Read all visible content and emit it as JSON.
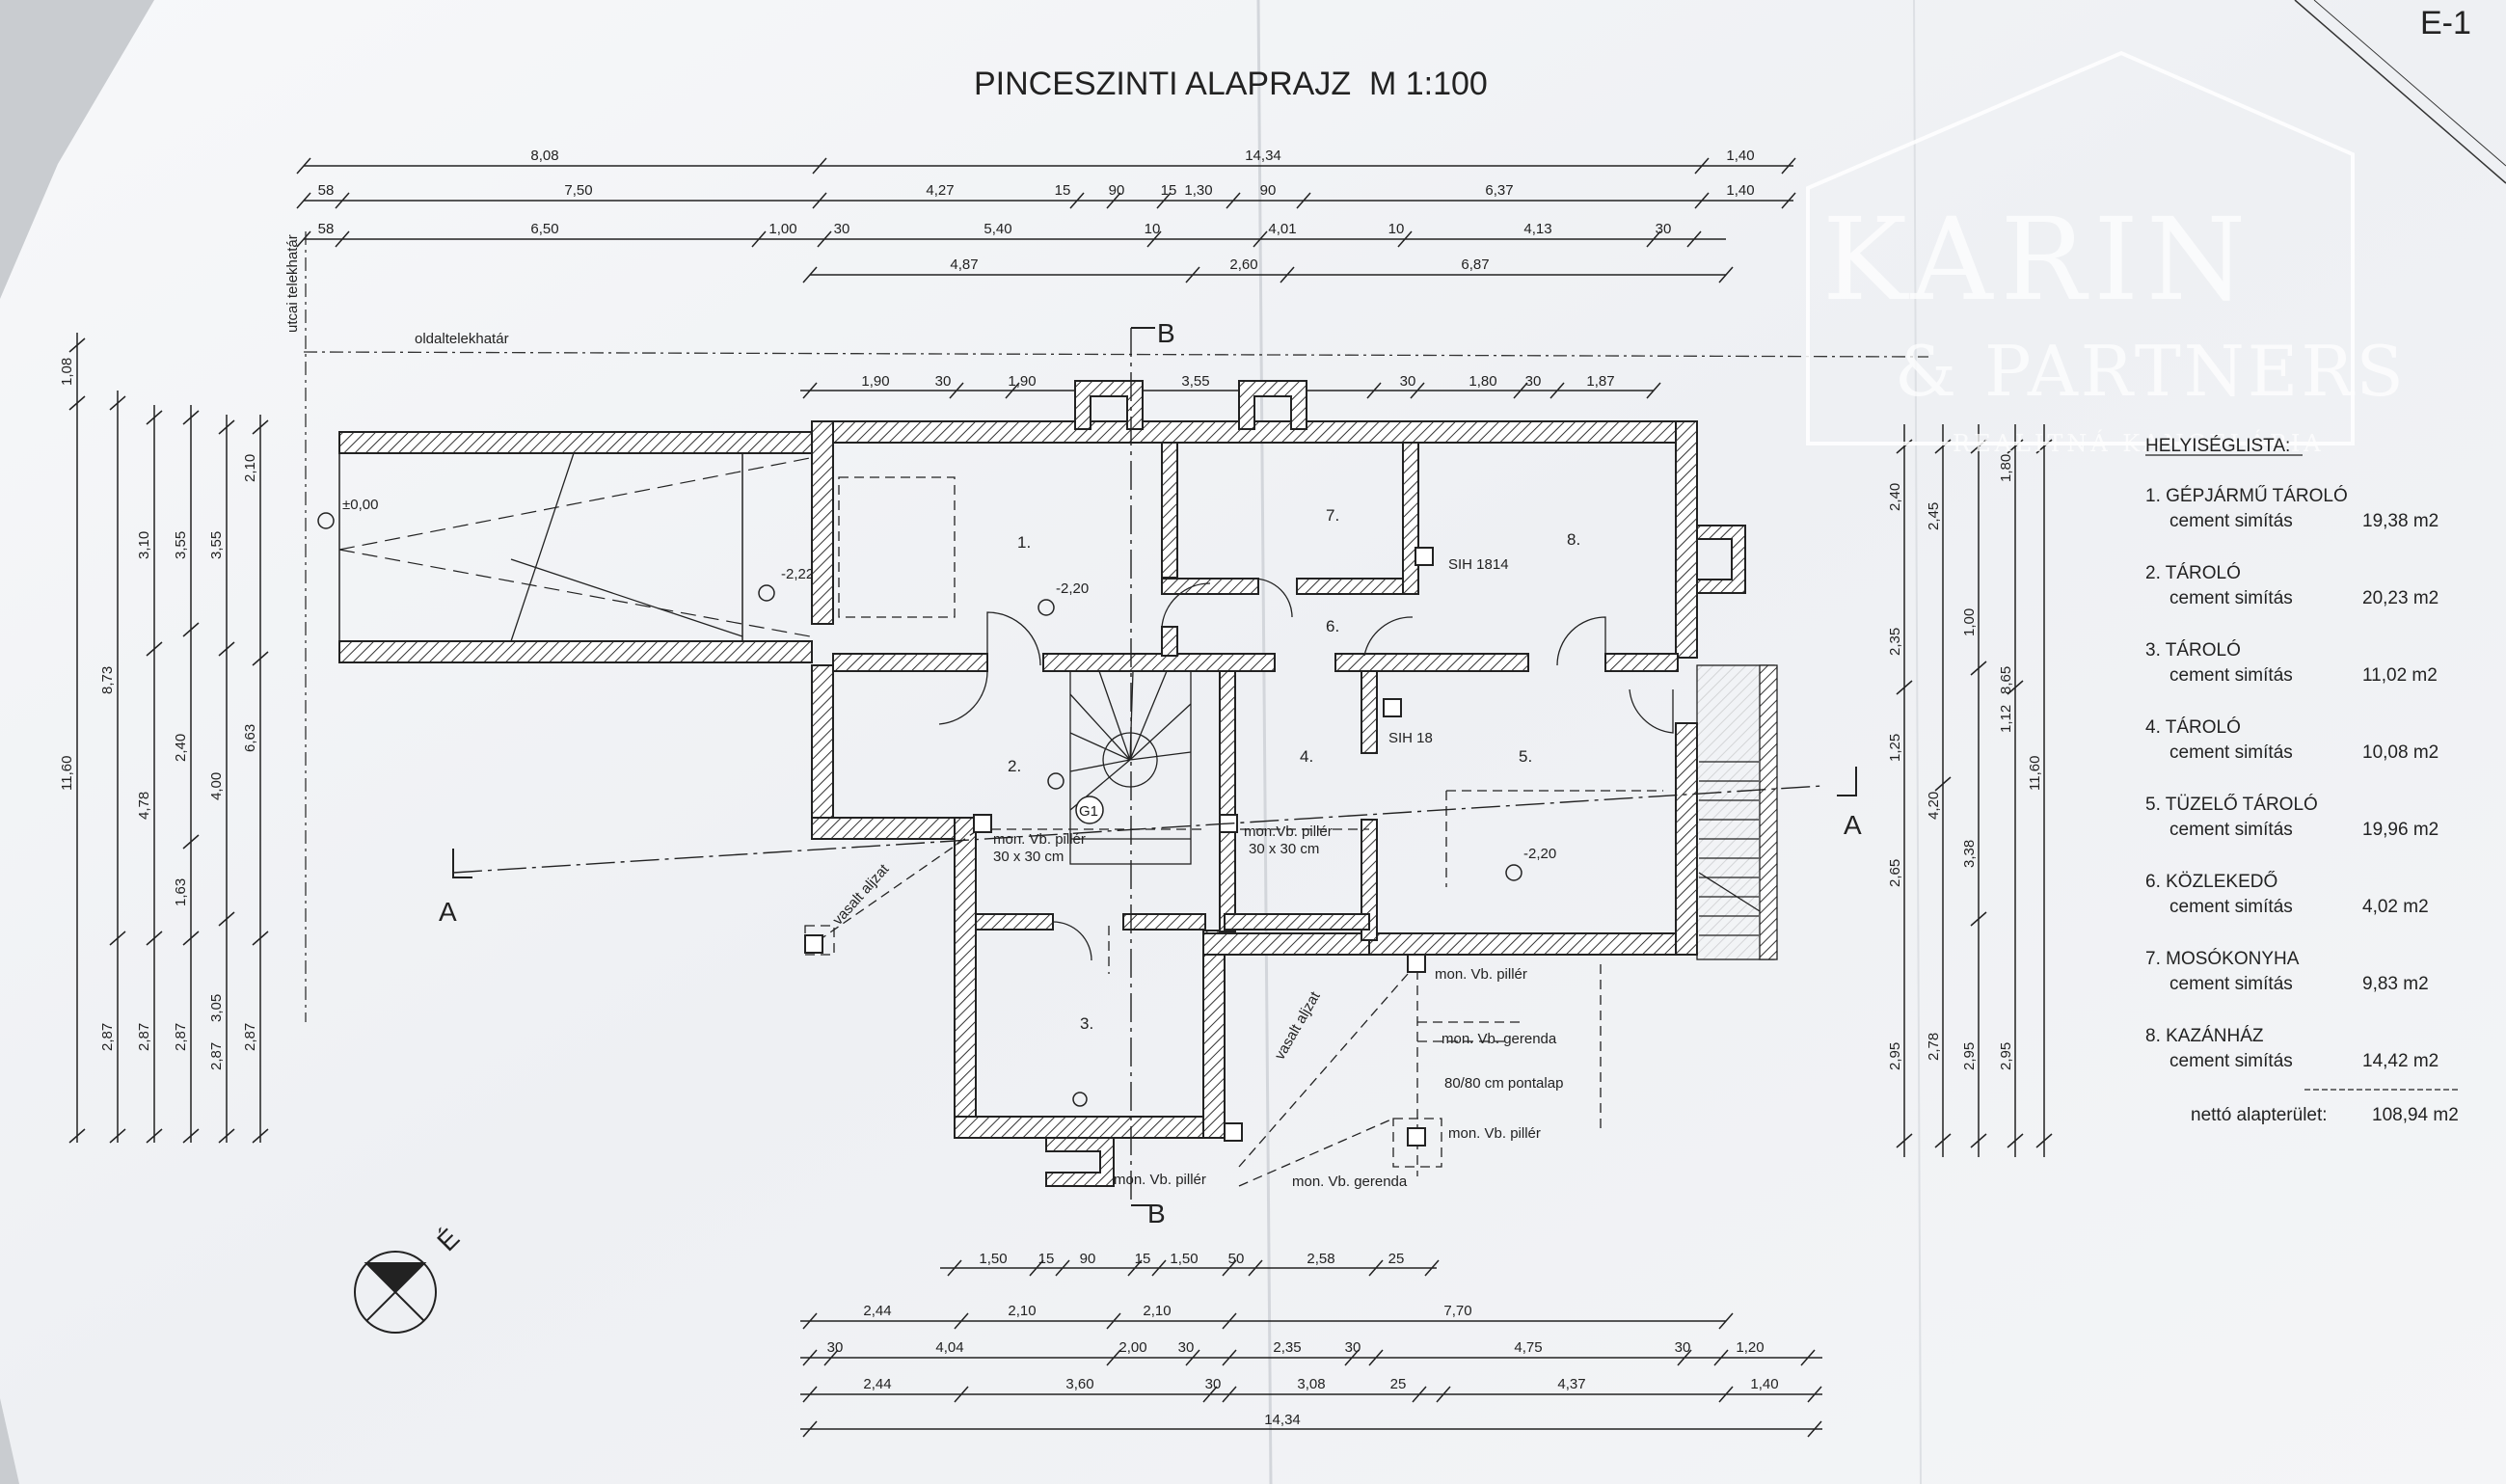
{
  "sheet_code": "E-1",
  "title": "PINCESZINTI ALAPRAJZ  M 1:100",
  "watermark": {
    "line1": "KARIN",
    "line2": "& PARTNERS",
    "line3": "REALITNÁ KANCELÁRIA"
  },
  "boundary_labels": {
    "side": "oldaltelekhatár",
    "street": "utcai telekhatár"
  },
  "section_marks": {
    "a": "A",
    "b": "B"
  },
  "grid_mark": "G1",
  "level_marks": [
    "±0,00",
    "-2,22",
    "-2,20"
  ],
  "annotations": [
    "mon. Vb. pillér",
    "30 x 30 cm",
    "mon.Vb. pillér",
    "mon. Vb. gerenda",
    "80/80 cm pontalap",
    "SIH 1814",
    "SIH 18",
    "vasalt aljzat"
  ],
  "room_numbers": [
    "1.",
    "2.",
    "3.",
    "4.",
    "5.",
    "6.",
    "7.",
    "8."
  ],
  "dimensions": {
    "top_row1": [
      "8,08",
      "14,34",
      "1,40"
    ],
    "top_row2": [
      "58",
      "7,50",
      "4,27",
      "15",
      "90",
      "15",
      "1,30",
      "90",
      "6,37",
      "1,40"
    ],
    "top_row3": [
      "58",
      "6,50",
      "1,00",
      "30",
      "5,40",
      "10",
      "4,01",
      "10",
      "4,13",
      "30"
    ],
    "top_row4": [
      "4,87",
      "2,60",
      "6,87"
    ],
    "wall_row": [
      "1,90",
      "30",
      "1,90",
      "3,55",
      "30",
      "1,80",
      "30",
      "1,87"
    ],
    "bottom_row1": [
      "1,50",
      "15",
      "90",
      "15",
      "1,50",
      "50",
      "2,58",
      "25"
    ],
    "bottom_row2": [
      "2,44",
      "2,10",
      "2,10",
      "7,70"
    ],
    "bottom_row3": [
      "30",
      "4,04",
      "2,00",
      "30",
      "2,35",
      "30",
      "4,75",
      "30",
      "1,20"
    ],
    "bottom_row4": [
      "2,44",
      "3,60",
      "30",
      "3,08",
      "25",
      "4,37",
      "1,40"
    ],
    "bottom_total": "14,34",
    "left_col1": [
      "1,08",
      "11,60"
    ],
    "left_col2": [
      "8,73",
      "2,87"
    ],
    "left_col3": [
      "3,10",
      "4,78",
      "2,87"
    ],
    "left_col4": [
      "3,55",
      "2,40",
      "1,63",
      "2,87"
    ],
    "left_col5": [
      "3,55",
      "4,00",
      "3,05",
      "2,87"
    ],
    "left_col6": [
      "2,10",
      "6,63",
      "2,87"
    ],
    "right_col1": [
      "2,40",
      "2,35",
      "1,25",
      "2,65",
      "2,95"
    ],
    "right_col2": [
      "2,45",
      "4,20",
      "2,78"
    ],
    "right_col3": [
      "1,00",
      "3,38",
      "2,95"
    ],
    "right_col4": [
      "1,80",
      "1,12",
      "8,65",
      "2,95"
    ],
    "right_total": "11,60"
  },
  "legend": {
    "heading": "HELYISÉGLISTA:",
    "rooms": [
      {
        "name": "1. GÉPJÁRMŰ TÁROLÓ",
        "finish": "cement simítás",
        "area": "19,38 m2"
      },
      {
        "name": "2. TÁROLÓ",
        "finish": "cement simítás",
        "area": "20,23 m2"
      },
      {
        "name": "3. TÁROLÓ",
        "finish": "cement simítás",
        "area": "11,02 m2"
      },
      {
        "name": "4. TÁROLÓ",
        "finish": "cement simítás",
        "area": "10,08 m2"
      },
      {
        "name": "5. TÜZELŐ TÁROLÓ",
        "finish": "cement simítás",
        "area": "19,96 m2"
      },
      {
        "name": "6. KÖZLEKEDŐ",
        "finish": "cement simítás",
        "area": "4,02 m2"
      },
      {
        "name": "7. MOSÓKONYHA",
        "finish": "cement simítás",
        "area": "9,83 m2"
      },
      {
        "name": "8. KAZÁNHÁZ",
        "finish": "cement simítás",
        "area": "14,42 m2"
      }
    ],
    "total_label": "nettó alapterület:",
    "total_area": "108,94 m2"
  }
}
